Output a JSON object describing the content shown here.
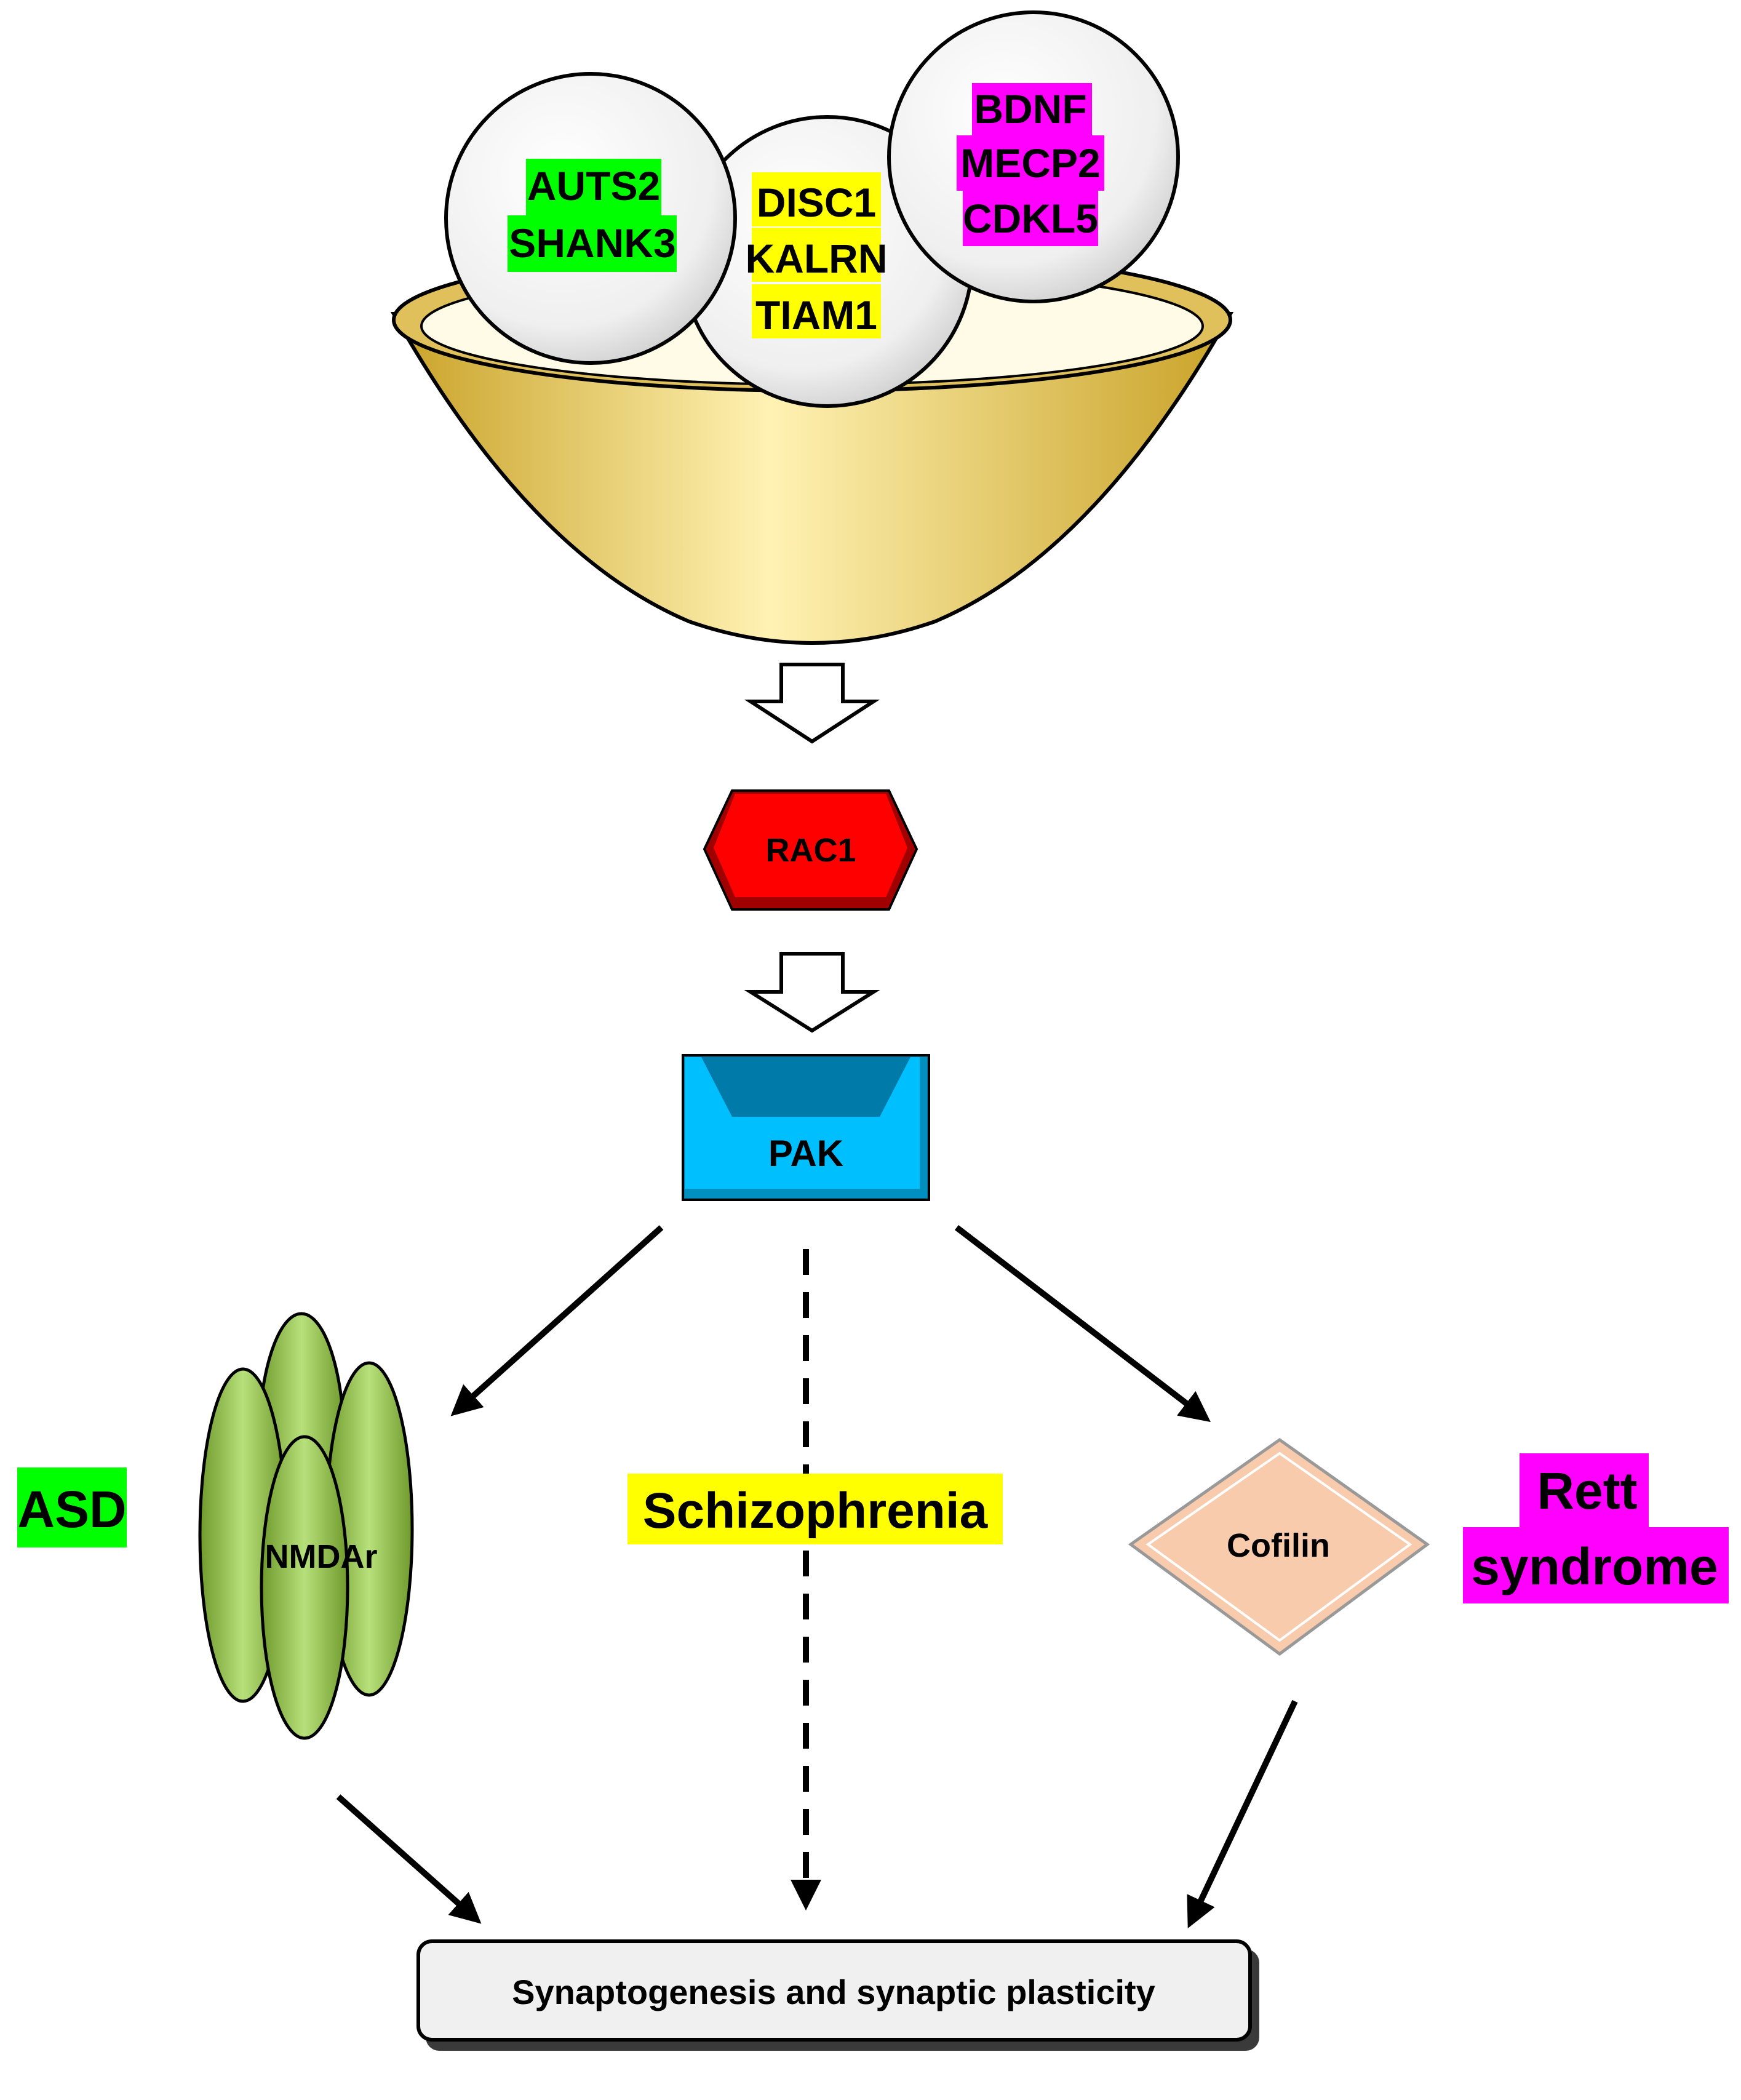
{
  "circles": {
    "left": {
      "genes": [
        "AUTS2",
        "SHANK3"
      ],
      "highlight_color": "#00ff00"
    },
    "middle": {
      "genes": [
        "DISC1",
        "KALRN",
        "TIAM1"
      ],
      "highlight_color": "#ffff00"
    },
    "right": {
      "genes": [
        "BDNF",
        "MECP2",
        "CDKL5"
      ],
      "highlight_color": "#ff00ff"
    }
  },
  "nodes": {
    "rac1": {
      "label": "RAC1",
      "color": "#ff0000"
    },
    "pak": {
      "label": "PAK",
      "color": "#00bfff"
    },
    "nmdar": {
      "label": "NMDAr",
      "color": "#92d050"
    },
    "cofilin": {
      "label": "Cofilin",
      "color": "#f8cbad"
    },
    "outcome": {
      "label": "Synaptogenesis and synaptic plasticity"
    }
  },
  "disorders": {
    "asd": {
      "label": "ASD",
      "color": "#00ff00"
    },
    "schizophrenia": {
      "label": "Schizophrenia",
      "color": "#ffff00"
    },
    "rett": {
      "lines": [
        "Rett",
        "syndrome"
      ],
      "color": "#ff00ff"
    }
  },
  "colors": {
    "funnel": "#ffe699",
    "arrow": "#000000"
  }
}
